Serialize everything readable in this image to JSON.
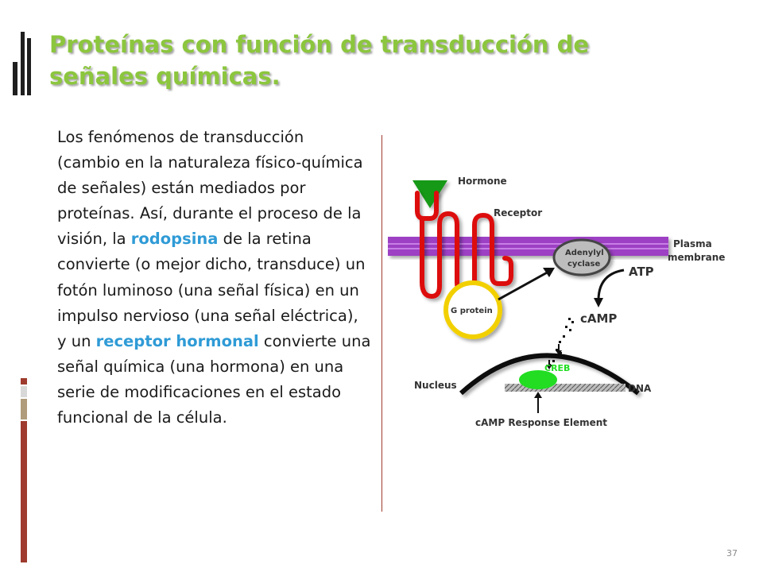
{
  "slide": {
    "title": "Proteínas con función de transducción de señales químicas.",
    "page_number": "37"
  },
  "body": {
    "text_before_1": "Los fenómenos de transducción (cambio en la naturaleza físico-química de señales) están mediados por proteínas. Así, durante el proceso de la visión, la ",
    "highlight_1": "rodopsina",
    "text_between": " de la retina convierte (o mejor dicho, transduce) un fotón luminoso (una señal física) en un impulso nervioso (una señal eléctrica), y un ",
    "highlight_2": "receptor hormonal",
    "text_after_2": " convierte una señal química (una hormona) en una serie de modificaciones en el estado funcional de la célula.",
    "highlight_color": "#2f9bd6"
  },
  "figure": {
    "labels": {
      "hormone": "Hormone",
      "receptor": "Receptor",
      "plasma_membrane_1": "Plasma",
      "plasma_membrane_2": "membrane",
      "adenylyl_1": "Adenylyl",
      "adenylyl_2": "cyclase",
      "atp": "ATP",
      "g_protein": "G protein",
      "camp": "cAMP",
      "creb": "CREB",
      "nucleus": "Nucleus",
      "dna": "DNA",
      "cre": "cAMP Response Element"
    },
    "colors": {
      "title": "#8cc63e",
      "hormone": "#129912",
      "receptor": "#dd1111",
      "membrane": "#9d3fc4",
      "g_protein": "#f2d000",
      "creb": "#22dd22",
      "accent_rule": "#9e3a2e"
    }
  }
}
